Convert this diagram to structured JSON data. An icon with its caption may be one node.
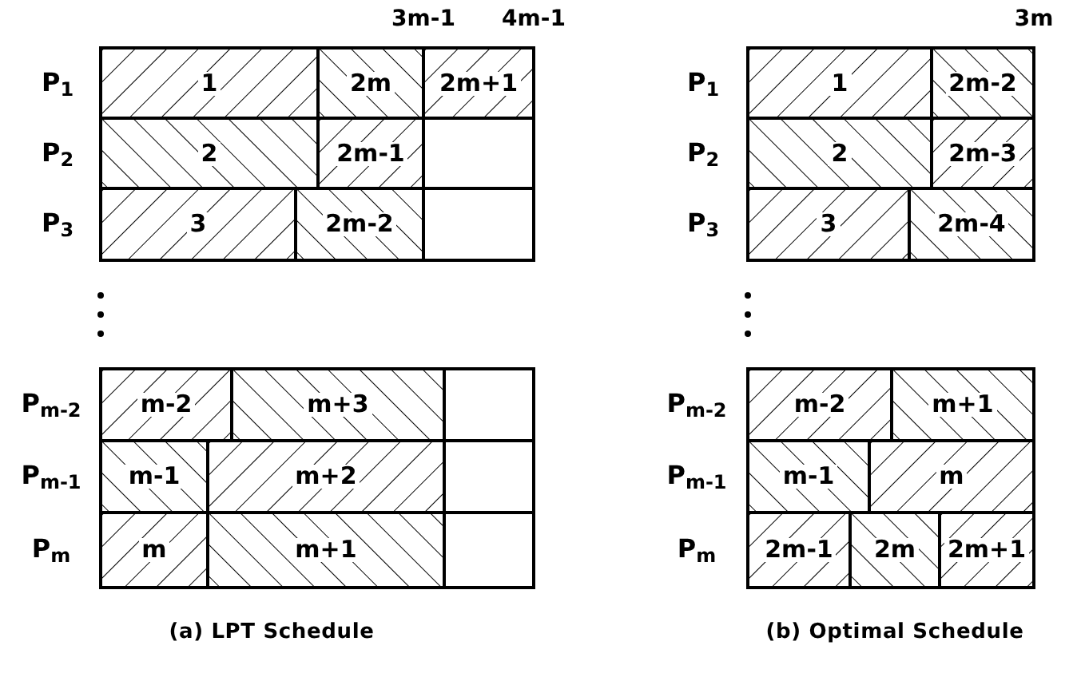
{
  "diagram": {
    "nodes": [
      {
        "text": [
          "1"
        ]
      },
      {
        "text": [
          "2m"
        ]
      },
      {
        "text": [
          "2m+1"
        ]
      },
      {
        "text": [
          "2"
        ]
      },
      {
        "text": [
          "2m-1"
        ]
      },
      {
        "text": [],
        "shape": "box"
      },
      {
        "text": [
          "3"
        ]
      },
      {
        "text": [
          "2m-2"
        ]
      },
      {
        "text": [],
        "shape": "box"
      },
      {
        "text": [
          "m-2"
        ]
      },
      {
        "text": [
          "m+3"
        ]
      },
      {
        "text": [],
        "shape": "box"
      },
      {
        "text": [
          "m-1"
        ]
      },
      {
        "text": [
          "m+2"
        ]
      },
      {
        "text": [],
        "shape": "box"
      },
      {
        "text": [
          "m"
        ]
      },
      {
        "text": [
          "m+1"
        ]
      },
      {
        "text": [],
        "shape": "box"
      },
      {
        "text": [
          "1"
        ]
      },
      {
        "text": [
          "2m-2"
        ]
      },
      {
        "text": [
          "2"
        ]
      },
      {
        "text": [
          "2m-3"
        ]
      },
      {
        "text": [
          "3"
        ]
      },
      {
        "text": [
          "2m-4"
        ]
      },
      {
        "text": [
          "m-2"
        ]
      },
      {
        "text": [
          "m+1"
        ]
      },
      {
        "text": [
          "m-1"
        ]
      },
      {
        "text": [
          "m"
        ]
      },
      {
        "text": [
          "2m-1"
        ]
      },
      {
        "text": [
          "2m"
        ]
      },
      {
        "text": [
          "2m+1"
        ]
      }
    ],
    "labels": [
      "3m-1",
      "4m-1",
      "3m",
      "P$_{1}$",
      "P$_{1}$",
      "P$_{2}$",
      "P$_{2}$",
      "P$_{3}$",
      "P$_{3}$",
      "P$_{m-2}$",
      "P$_{m-2}$",
      "P$_{m-1}$",
      "P$_{m-1}$",
      "P$_{m}$",
      "P$_{m}$",
      "(a) LPT Schedule",
      "(b) Optimal Schedule"
    ]
  }
}
